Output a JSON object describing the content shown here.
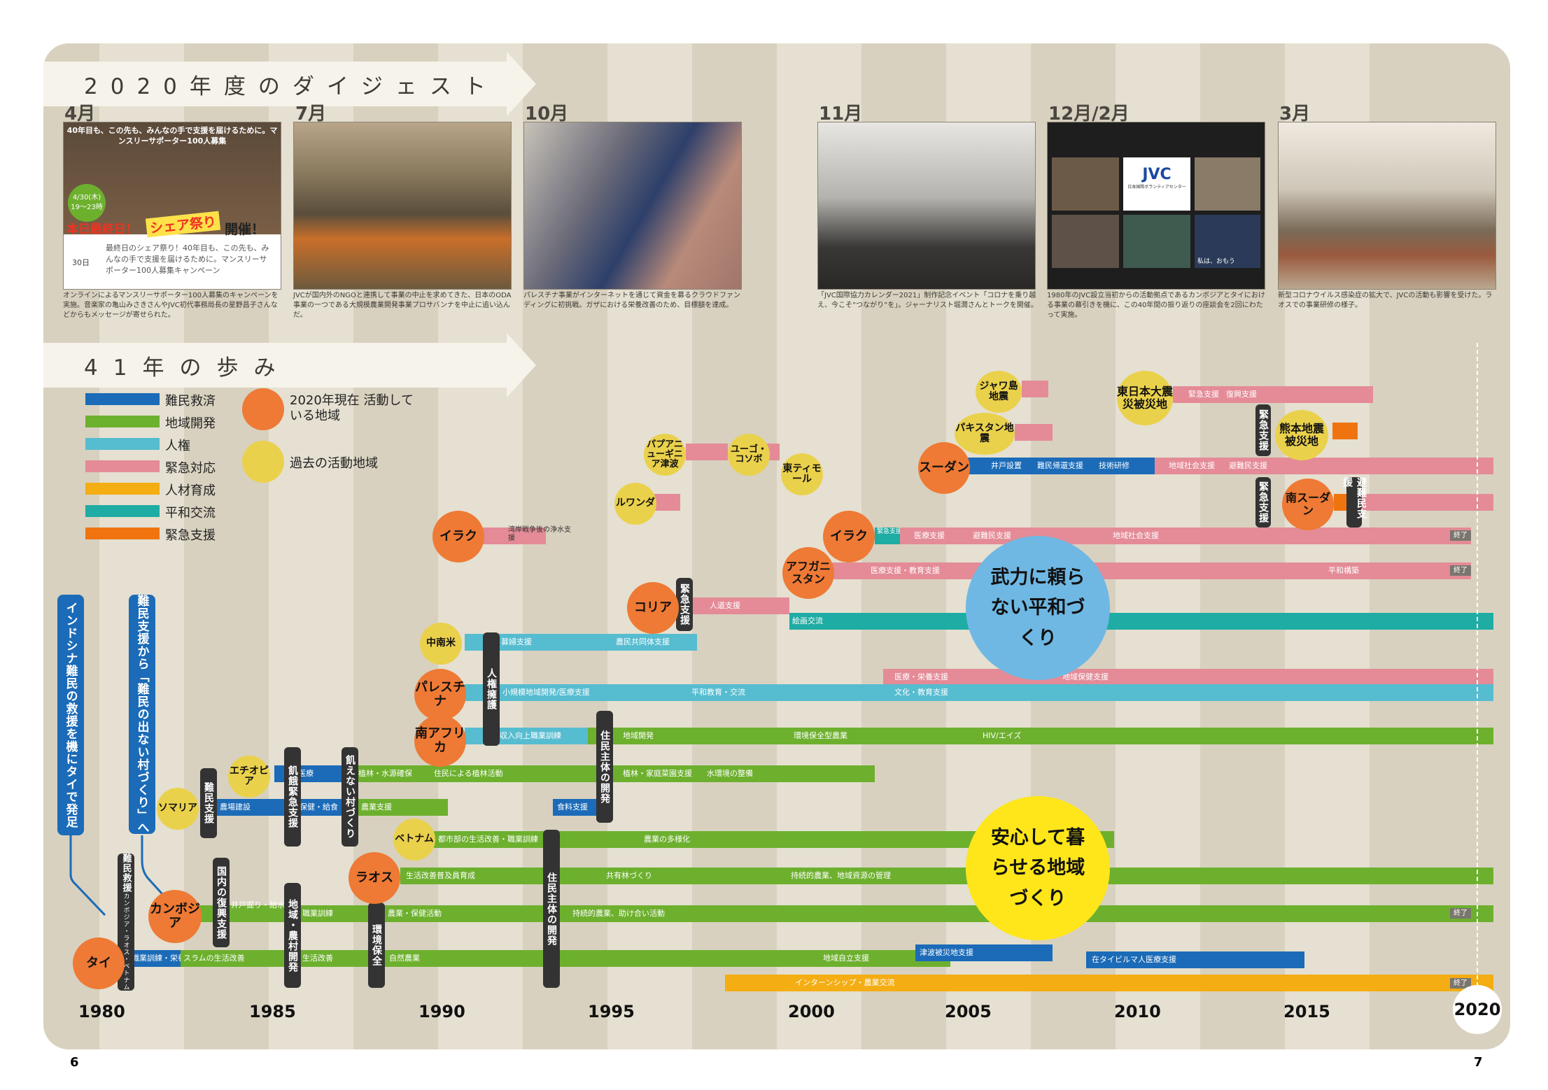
{
  "digest": {
    "title": "2020年度のダイジェスト",
    "items": [
      {
        "month": "4月",
        "caption": "オンラインによるマンスリーサポーター100人募集のキャンペーンを実施。音楽家の亀山みさきさんやJVC初代事務局長の星野昌子さんなどからもメッセージが寄せられた。",
        "banner": "40年目も、この先も、みんなの手で支援を届けるために。マンスリーサポーター100人募集",
        "date": "4/30(木) 19〜23時",
        "highlight": "本日最終日！",
        "event": "シェア祭り",
        "event_suffix": "開催！",
        "day": "30日",
        "body": "最終日のシェア祭り！40年目も、この先も、みんなの手で支援を届けるために。マンスリーサポーター100人募集キャンペーン"
      },
      {
        "month": "7月",
        "caption": "JVCが国内外のNGOと連携して事業の中止を求めてきた、日本のODA事業の一つである大規模農業開発事業プロサバンナを中止に追い込んだ。"
      },
      {
        "month": "10月",
        "caption": "パレスチナ事業がインターネットを通じて資金を募るクラウドファンディングに初挑戦。ガザにおける栄養改善のため、目標額を達成。"
      },
      {
        "month": "11月",
        "caption": "「JVC国際協力カレンダー2021」制作記念イベント「コロナを乗り越え、今こそ”つながり”を」。ジャーナリスト堀潤さんとトークを開催。"
      },
      {
        "month": "12月/2月",
        "caption": "1980年のJVC設立当初からの活動拠点であるカンボジアとタイにおける事業の幕引きを機に、この40年間の振り返りの座談会を2回にわたって実施。",
        "zoom_logo": "JVC",
        "zoom_sub": "日本国際ボランティアセンター",
        "zoom_name": "私は、おもう"
      },
      {
        "month": "3月",
        "caption": "新型コロナウイルス感染症の拡大で、JVCの活動も影響を受けた。ラオスでの事業研修の様子。"
      }
    ]
  },
  "history": {
    "title": "41年の歩み",
    "legend": [
      {
        "label": "難民救済",
        "color": "#1b6bb8"
      },
      {
        "label": "地域開発",
        "color": "#6db02e"
      },
      {
        "label": "人権",
        "color": "#56bcd0"
      },
      {
        "label": "緊急対応",
        "color": "#e48b97"
      },
      {
        "label": "人材育成",
        "color": "#f4ad13"
      },
      {
        "label": "平和交流",
        "color": "#1eaca4"
      },
      {
        "label": "緊急支援",
        "color": "#ef7410"
      }
    ],
    "circle_legend": [
      {
        "label": "2020年現在 活動している地域",
        "color": "#ee7a35"
      },
      {
        "label": "過去の活動地域",
        "color": "#ead14c"
      }
    ],
    "years": [
      "1980",
      "1985",
      "1990",
      "1995",
      "2000",
      "2005",
      "2010",
      "2015",
      "2020"
    ],
    "end_label": "終了",
    "callouts": [
      "インドシナ難民の救援を機にタイで発足",
      "難民支援から「難民の出ない村づくり」へ"
    ],
    "themes": [
      {
        "text": "武力に頼らない平和づくり",
        "color": "#6fb8e4"
      },
      {
        "text": "安心して暮らせる地域づくり",
        "color": "#ffe61a"
      }
    ],
    "vlabels": {
      "v1": "難民救援",
      "v1_sub": "カンボジア・ラオス・ベトナム",
      "v2": "国内の復興支援",
      "v3": "難民支援",
      "v4": "飢餓緊急支援",
      "v5": "地域・農村開発",
      "v6": "飢えない村づくり",
      "v7": "環境保全",
      "v8": "人権擁護",
      "v9": "住民主体の開発",
      "v10": "住民主体の開発",
      "v11": "緊急支援",
      "v12": "緊急支援",
      "v13": "緊急支援",
      "v14": "避難民支援"
    },
    "regions": {
      "thai": {
        "name": "タイ",
        "t1": "職業訓練・栄養指導",
        "t2": "スラムの生活改善",
        "t3": "生活改善",
        "t4": "自然農業",
        "t5": "地域自立支援",
        "t6": "津波被災地支援",
        "t7": "在タイビルマ人医療支援",
        "t8": "インターンシップ・農業交流"
      },
      "cambodia": {
        "name": "カンボジア",
        "t1": "井戸掘り・給水",
        "t2": "職業訓練",
        "t3": "農業・保健活動",
        "t4": "持続的農業、助け合い活動"
      },
      "laos": {
        "name": "ラオス",
        "t1": "生活改善普及員育成",
        "t2": "共有林づくり",
        "t3": "持続的農業、地域資源の管理"
      },
      "vietnam": {
        "name": "ベトナム",
        "t1": "都市部の生活改善・職業訓練",
        "t2": "農業の多様化"
      },
      "somalia": {
        "name": "ソマリア",
        "t1": "農場建設",
        "t2": "保健・給食",
        "t3": "農業支援",
        "t4": "食料支援"
      },
      "ethiopia": {
        "name": "エチオピア",
        "t1": "医療",
        "t2": "植林・水源確保",
        "t3": "住民による植林活動",
        "t4": "植林・家庭菜園支援",
        "t5": "水環境の整備"
      },
      "safrica": {
        "name": "南アフリカ",
        "t1": "収入向上職業訓練",
        "t2": "地域開発",
        "t3": "環境保全型農業",
        "t4": "HIV/エイズ"
      },
      "palestine": {
        "name": "パレスチナ",
        "t1": "小規模地域開発/医療支援",
        "t2": "平和教育・交流",
        "t3": "文化・教育支援",
        "t4": "医療・栄養支援",
        "t5": "地域保健支援"
      },
      "camerica": {
        "name": "中南米",
        "t1": "募婦支援",
        "t2": "農民共同体支援"
      },
      "korea": {
        "name": "コリア",
        "t1": "人道支援",
        "t2": "絵画交流"
      },
      "afghanistan": {
        "name": "アフガニスタン",
        "t1": "医療支援・教育支援",
        "t2": "平和構築"
      },
      "iraq2": {
        "name": "イラク",
        "t0": "緊急支援",
        "t1": "医療支援",
        "t2": "避難民支援",
        "t3": "地域社会支援"
      },
      "iraq1": {
        "name": "イラク",
        "t1": "湾岸戦争後の浄水支援"
      },
      "rwanda": {
        "name": "ルワンダ"
      },
      "papua": {
        "name": "パプアニューギニア津波"
      },
      "congo": {
        "name": "ユーゴ・コソボ"
      },
      "timor": {
        "name": "東ティモール"
      },
      "sudan": {
        "name": "スーダン",
        "t1": "井戸設置",
        "t2": "難民帰還支援",
        "t3": "技術研修",
        "t4": "地域社会支援",
        "t5": "避難民支援"
      },
      "ssudan": {
        "name": "南スーダン"
      },
      "java": {
        "name": "ジャワ島地震"
      },
      "pakistan": {
        "name": "パキスタン地震"
      },
      "tohoku": {
        "name": "東日本大震災被災地",
        "t1": "緊急支援",
        "t2": "復興支援"
      },
      "kumamoto": {
        "name": "熊本地震被災地"
      }
    }
  },
  "page_numbers": {
    "left": "6",
    "right": "7"
  }
}
